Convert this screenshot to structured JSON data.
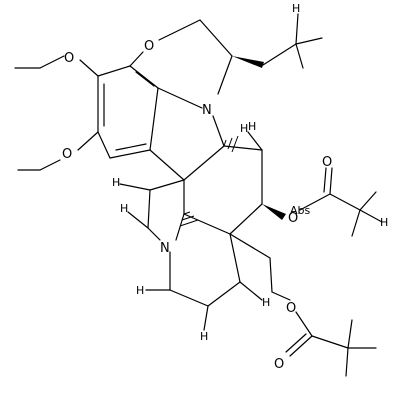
{
  "molecule": {
    "atoms": {
      "o_ring": "O",
      "o_methoxy_1": "O",
      "o_methoxy_2": "O",
      "n_indole": "N",
      "n_amine": "N",
      "o_ester_1": "O",
      "o_ester_2": "O",
      "o_carbonyl_1": "O",
      "o_carbonyl_2": "O"
    },
    "stereo_labels": {
      "h_ethyl": "H",
      "h_ring_junction": "H",
      "h_upper_center": "H",
      "h_mid_center": "H",
      "h_lower_center": "H",
      "h_lower_left": "H",
      "h_side": "H",
      "h_bottom": "H",
      "h_ester_side": "H"
    },
    "truncated_label": "Abs"
  }
}
